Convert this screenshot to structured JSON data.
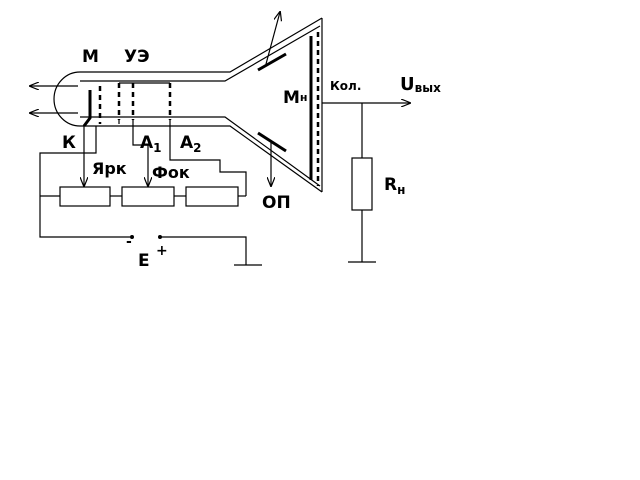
{
  "labels": {
    "m": "М",
    "ue": "УЭ",
    "k": "К",
    "a1": "А",
    "a1_sub": "1",
    "a2": "А",
    "a2_sub": "2",
    "yark": "Ярк",
    "fok": "Фок",
    "e": "Е",
    "minus": "-",
    "plus": "+",
    "mn": "М",
    "mn_sub": "н",
    "op": "ОП",
    "kol": "Кол.",
    "uvyx": "U",
    "uvyx_sub": "вых",
    "rn": "R",
    "rn_sub": "н"
  },
  "colors": {
    "ink": "#000000",
    "background": "#ffffff"
  }
}
